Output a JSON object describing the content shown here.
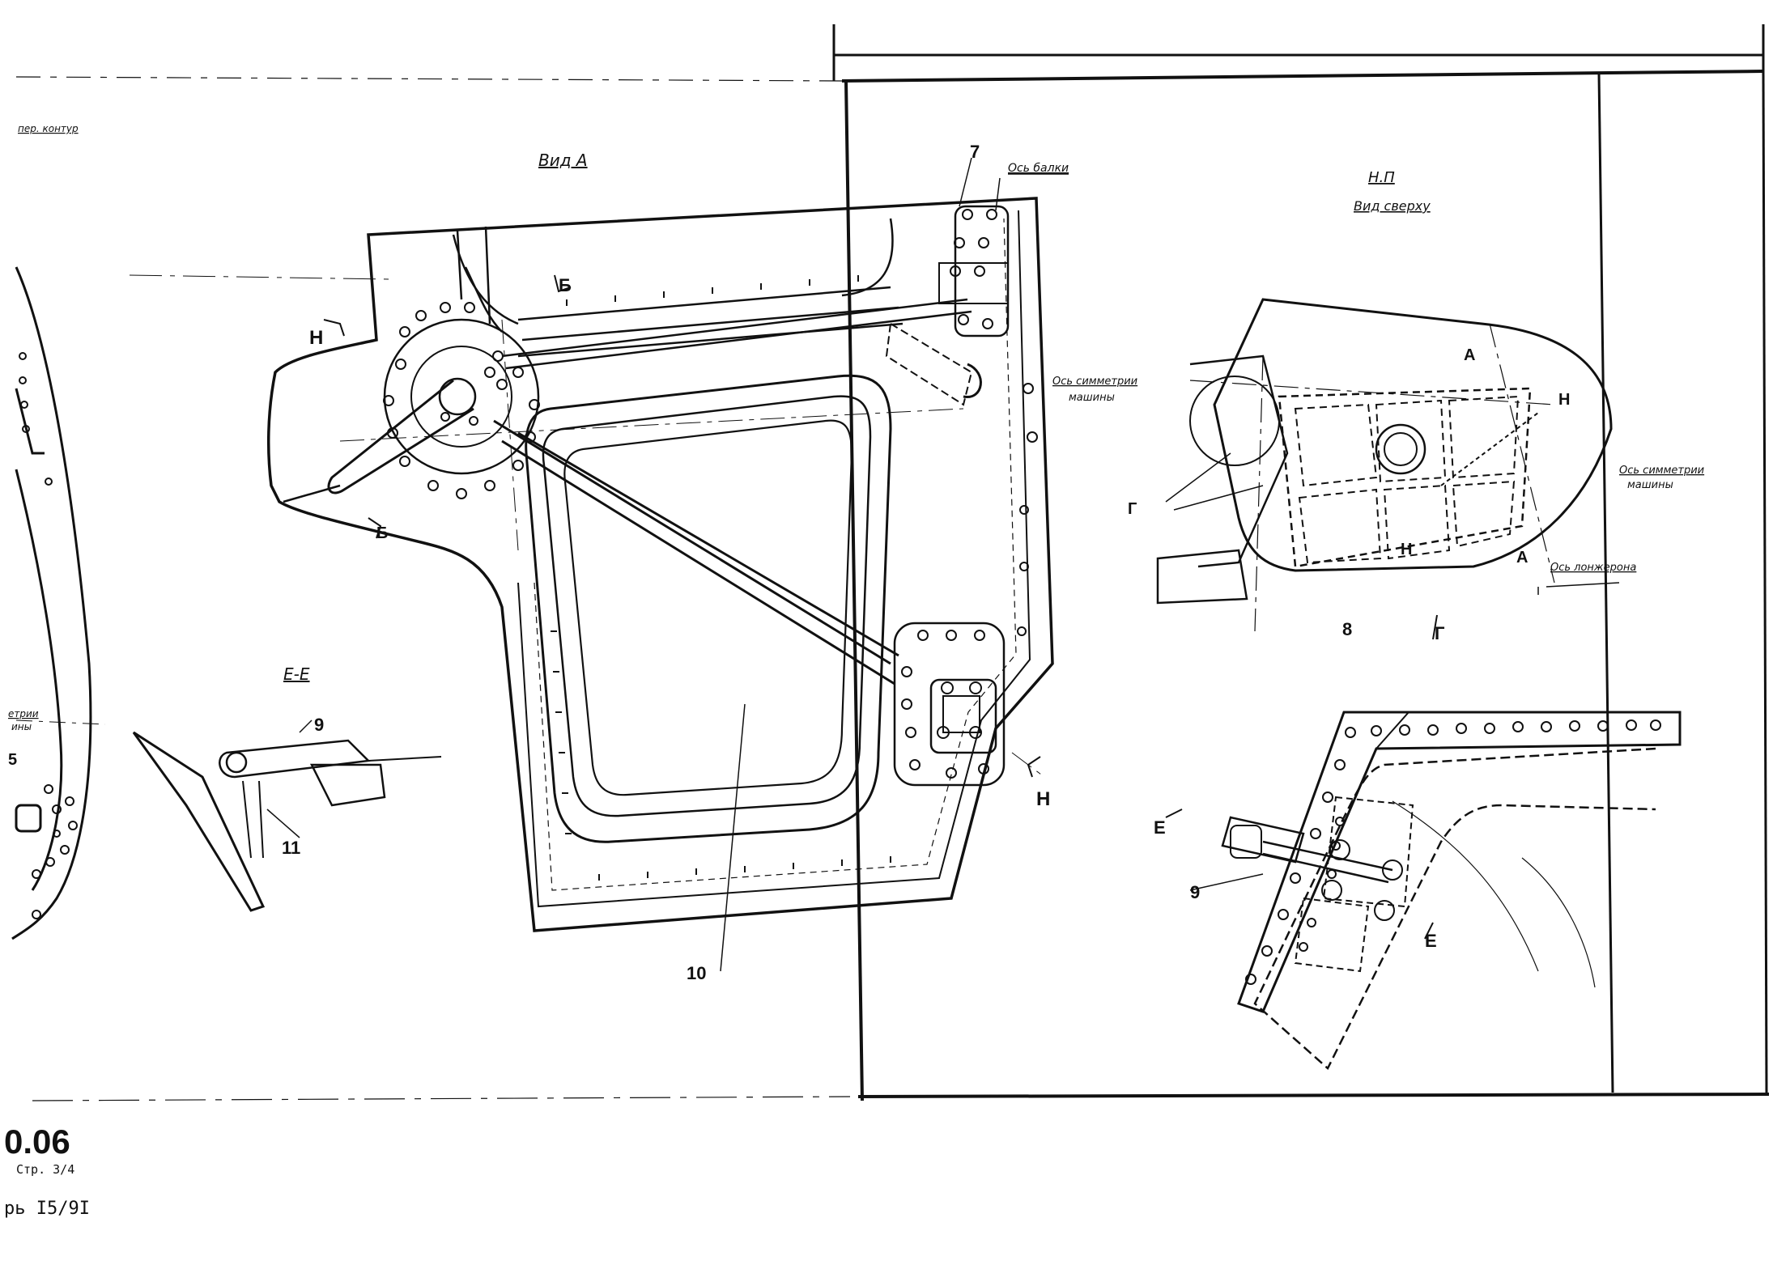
{
  "labels": {
    "top_left_note": "пер. контур",
    "view_a_title": "Вид А",
    "view_np_title": "Н.П",
    "view_np_subtitle": "Вид сверху",
    "section_ee_title": "Е-Е",
    "beam_axis": "Ось балки",
    "symmetry_axis_a": "Ось симметрии",
    "symmetry_axis_b": "машины",
    "symmetry_axis_np_a": "Ось симметрии",
    "symmetry_axis_np_b": "машины",
    "spar_axis": "Ось лонжерона",
    "left_partial_a": "етрии",
    "left_partial_b": "ины",
    "left_partial_num": "5",
    "section_marks": [
      "Н",
      "Б",
      "Б",
      "Н",
      "А",
      "А",
      "Н",
      "Н",
      "Е",
      "Е",
      "Г",
      "Г"
    ],
    "callouts": {
      "c7": "7",
      "c8": "8",
      "c9a": "9",
      "c9b": "9",
      "c10": "10",
      "c11": "11"
    }
  },
  "stamp": {
    "doc_number": "0.06",
    "page": "Стр. 3/4",
    "revision": "рь I5/9I"
  }
}
